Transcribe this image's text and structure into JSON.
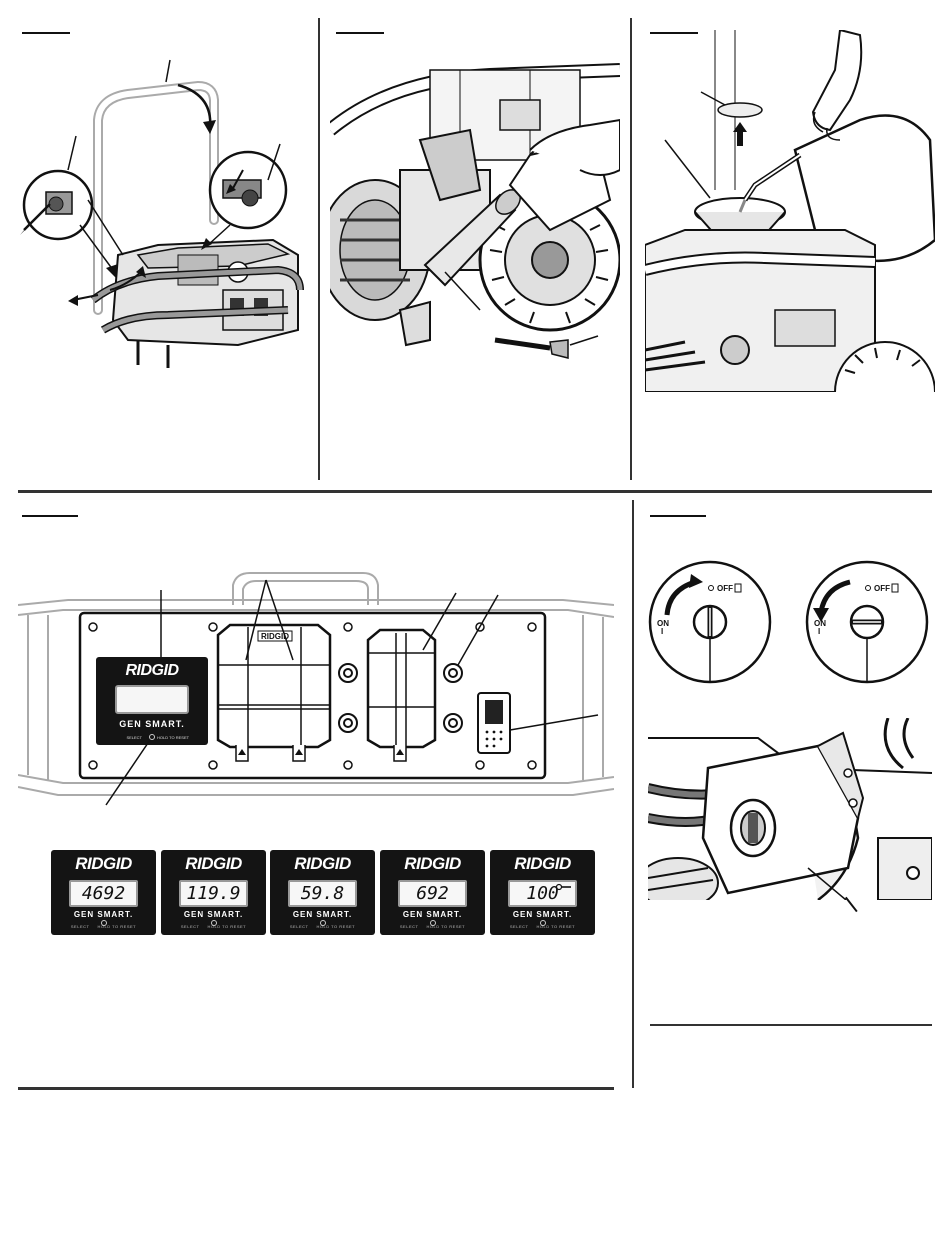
{
  "brand": "RIDGID",
  "gensmart_label": "GEN SMART.",
  "select_label": "SELECT",
  "hold_reset_label": "HOLD TO RESET",
  "dial_off_label": "OFF",
  "dial_on_label": "ON",
  "dial_on_marker": "I",
  "gauges": [
    {
      "reading": "4692",
      "wrench_icon": false
    },
    {
      "reading": "119.9",
      "wrench_icon": false
    },
    {
      "reading": "59.8",
      "wrench_icon": false
    },
    {
      "reading": "692",
      "wrench_icon": false
    },
    {
      "reading": "100",
      "wrench_icon": true
    }
  ],
  "colors": {
    "ink": "#111111",
    "panel_black": "#141414",
    "rule": "#333333"
  }
}
